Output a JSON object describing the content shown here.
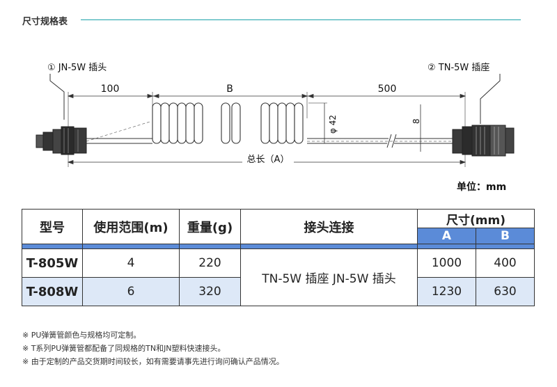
{
  "header": {
    "title": "尺寸规格表",
    "accent_color": "#1aa0a8"
  },
  "diagram": {
    "left_connector_label": "① JN-5W  插头",
    "right_connector_label": "② TN-5W  插座",
    "dim_left": "100",
    "dim_middle": "B",
    "dim_right": "500",
    "coil_diameter": "φ 42",
    "tube_diameter": "8",
    "total_length": "总长（A）"
  },
  "unit_label": "单位：mm",
  "table": {
    "headers": {
      "model": "型号",
      "range": "使用范围(m)",
      "weight": "重量(g)",
      "connection": "接头连接",
      "size": "尺寸(mm)",
      "size_a": "A",
      "size_b": "B"
    },
    "rows": [
      {
        "model": "T-805W",
        "range": "4",
        "weight": "220",
        "a": "1000",
        "b": "400"
      },
      {
        "model": "T-808W",
        "range": "6",
        "weight": "320",
        "a": "1230",
        "b": "630"
      }
    ],
    "connection_value": "TN-5W  插座  JN-5W  插头",
    "header_color": "#5b8bd8",
    "alt_row_color": "#dde8f7"
  },
  "notes": [
    "※ PU弹簧管颜色与规格均可定制。",
    "※ T系列PU弹簧管都配备了同规格的TN和JN塑料快速接头。",
    "※ 由于定制的产品交货期时间较长，如有需要请事先进行询问确认产品情况。"
  ]
}
